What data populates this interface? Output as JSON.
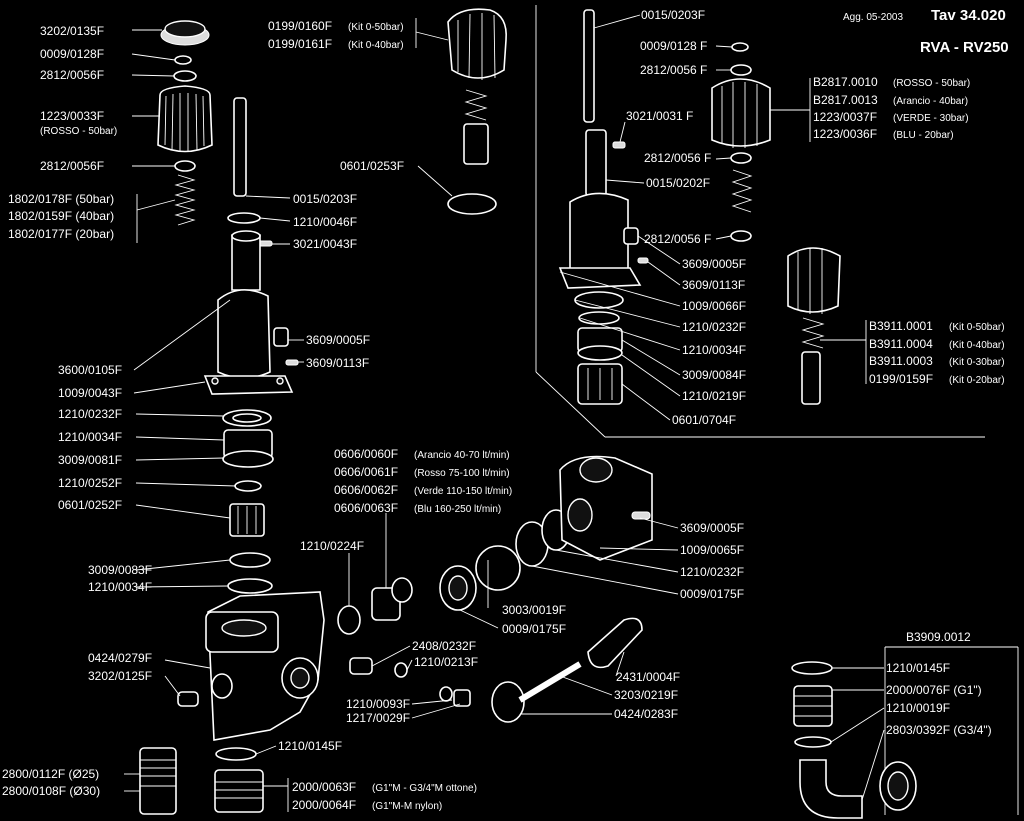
{
  "header": {
    "update": "Agg. 05-2003",
    "table": "Tav 34.020",
    "model": "RVA - RV250"
  },
  "labels": {
    "l01": "3202/0135F",
    "l02": "0009/0128F",
    "l03": "2812/0056F",
    "l04": "1223/0033F",
    "l05": "(ROSSO - 50bar)",
    "l06": "2812/0056F",
    "l07": "1802/0178F (50bar)",
    "l08": "1802/0159F (40bar)",
    "l09": "1802/0177F (20bar)",
    "l10": "0015/0203F",
    "l11": "1210/0046F",
    "l12": "3021/0043F",
    "l13": "3609/0005F",
    "l14": "3609/0113F",
    "l15": "3600/0105F",
    "l16": "1009/0043F",
    "l17": "1210/0232F",
    "l18": "1210/0034F",
    "l19": "3009/0081F",
    "l20": "1210/0252F",
    "l21": "0601/0252F",
    "l22": "3009/0083F",
    "l23": "1210/0034F",
    "l24": "0424/0279F",
    "l25": "3202/0125F",
    "l26": "2800/0112F (Ø25)",
    "l27": "2800/0108F (Ø30)",
    "l28": "1210/0145F",
    "l29a": "2000/0063F",
    "l29b": "(G1\"M - G3/4\"M ottone)",
    "l30a": "2000/0064F",
    "l30b": "(G1\"M-M nylon)",
    "l31": "1210/0224F",
    "l32a": "0606/0060F",
    "l32b": "(Arancio 40-70 lt/min)",
    "l33a": "0606/0061F",
    "l33b": "(Rosso  75-100 lt/min)",
    "l34a": "0606/0062F",
    "l34b": "(Verde 110-150 lt/min)",
    "l35a": "0606/0063F",
    "l35b": "(Blu    160-250 lt/min)",
    "l36": "3003/0019F",
    "l37": "0009/0175F",
    "l38": "2408/0232F",
    "l39": "1210/0213F",
    "l40": "1210/0093F",
    "l41": "1217/0029F",
    "l42": "2431/0004F",
    "l43": "3203/0219F",
    "l44": "0424/0283F",
    "l45": "3609/0005F",
    "l46": "1009/0065F",
    "l47": "1210/0232F",
    "l48": "0009/0175F",
    "l49a": "0199/0160F",
    "l49b": "(Kit 0-50bar)",
    "l50a": "0199/0161F",
    "l50b": "(Kit 0-40bar)",
    "l51": "0601/0253F",
    "l52": "0015/0203F",
    "l53": "0009/0128 F",
    "l54": "2812/0056 F",
    "l55": "3021/0031 F",
    "l56": "2812/0056 F",
    "l57": "0015/0202F",
    "l58": "2812/0056 F",
    "l59": "3609/0005F",
    "l60": "3609/0113F",
    "l61": "1009/0066F",
    "l62": "1210/0232F",
    "l63": "1210/0034F",
    "l64": "3009/0084F",
    "l65": "1210/0219F",
    "l66": "0601/0704F",
    "l67a": "B2817.0010",
    "l67b": "(ROSSO - 50bar)",
    "l68a": "B2817.0013",
    "l68b": "(Arancio - 40bar)",
    "l69a": "1223/0037F",
    "l69b": "(VERDE - 30bar)",
    "l70a": "1223/0036F",
    "l70b": "(BLU - 20bar)",
    "l71a": "B3911.0001",
    "l71b": "(Kit 0-50bar)",
    "l72a": "B3911.0004",
    "l72b": "(Kit 0-40bar)",
    "l73a": "B3911.0003",
    "l73b": "(Kit 0-30bar)",
    "l74a": "0199/0159F",
    "l74b": "(Kit 0-20bar)",
    "l75": "B3909.0012",
    "l76": "1210/0145F",
    "l77": "2000/0076F (G1\")",
    "l78": "1210/0019F",
    "l79": "2803/0392F (G3/4\")"
  }
}
